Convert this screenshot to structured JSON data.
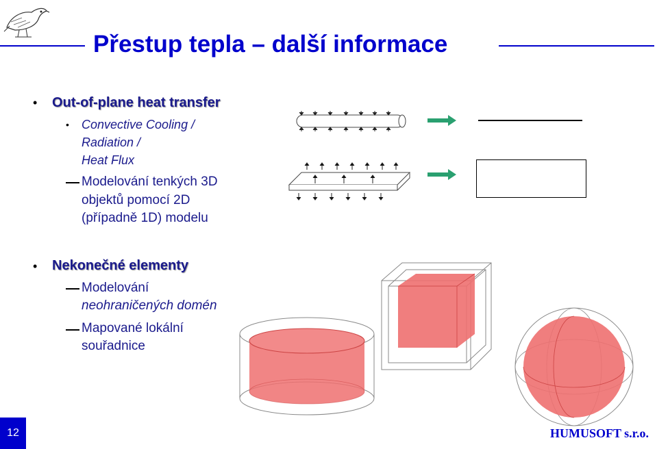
{
  "slide": {
    "title": "Přestup tepla – další informace",
    "number": "12",
    "brand": "HUMUSOFT s.r.o."
  },
  "bullets": [
    {
      "heading": "Out-of-plane heat transfer",
      "sub_italic": [
        "Convective Cooling /",
        "Radiation /",
        "Heat Flux"
      ],
      "sub_lines": [
        "Modelování tenkých 3D",
        "objektů pomocí 2D",
        "(případně 1D) modelu"
      ]
    },
    {
      "heading": "Nekonečné elementy",
      "sub_items": [
        {
          "lines": [
            "Modelování",
            "neohraničených domén"
          ]
        },
        {
          "lines": [
            "Mapované lokální",
            "souřadnice"
          ]
        }
      ]
    }
  ],
  "colors": {
    "title": "#0000cc",
    "text": "#1a1a8c",
    "arrow": "#2aa070",
    "domain_fill": "#ee7070"
  },
  "icons": [
    "bird-logo-icon",
    "bullet-dot-icon",
    "dash-icon",
    "arrow-right-icon"
  ]
}
